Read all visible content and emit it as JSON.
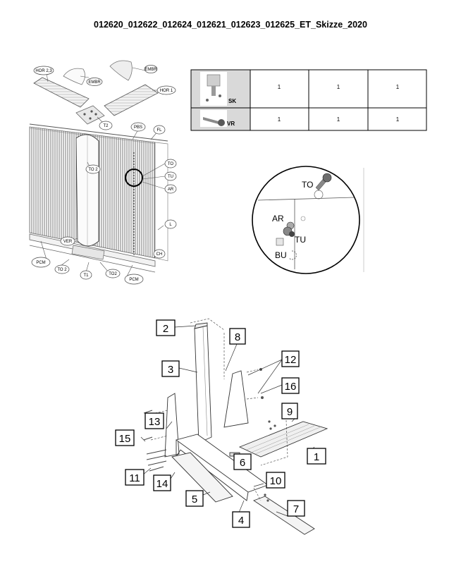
{
  "title": "012620_012622_012624_012621_012623_012625_ET_Skizze_2020",
  "exploded_view_labels": {
    "hor23": "HOR 2,3",
    "embr1": "EMBR",
    "embr2": "EMBR",
    "hor1": "HOR 1",
    "t2": "T2",
    "pbs": "PBS",
    "fl": "FL",
    "to2_top": "TO 2",
    "to": "TO",
    "tu": "TU",
    "ar": "AR",
    "l": "L",
    "ver": "VER",
    "ch": "CH",
    "pcm_left": "PCM",
    "pcm_right": "PCM",
    "to2_bl": "TO 2",
    "t1": "T1",
    "to2_br": "TO2"
  },
  "parts_table": {
    "rows": [
      {
        "code": "SK",
        "icon": "screw-kit-icon",
        "values": [
          "1",
          "1",
          "1"
        ]
      },
      {
        "code": "VR",
        "icon": "bolt-icon",
        "values": [
          "1",
          "1",
          "1"
        ]
      }
    ]
  },
  "detail_labels": {
    "to": "TO",
    "ar": "AR",
    "tu": "TU",
    "bu": "BU"
  },
  "assembly_labels": [
    "1",
    "2",
    "3",
    "4",
    "5",
    "6",
    "7",
    "8",
    "9",
    "10",
    "11",
    "12",
    "13",
    "14",
    "15",
    "16"
  ]
}
